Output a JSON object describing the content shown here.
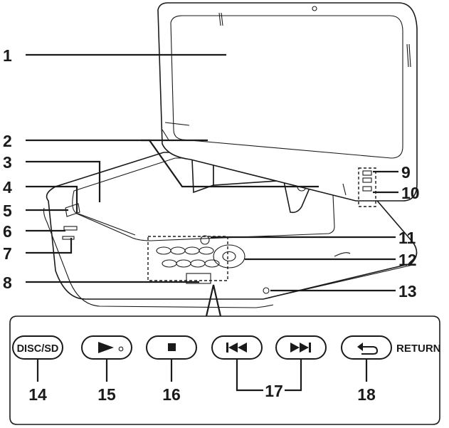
{
  "callouts": [
    "1",
    "2",
    "3",
    "4",
    "5",
    "6",
    "7",
    "8",
    "9",
    "10",
    "11",
    "12",
    "13",
    "14",
    "15",
    "16",
    "17",
    "18"
  ],
  "buttons": {
    "disc_sd": "DISC/SD",
    "return_label": "RETURN"
  },
  "icons": [
    "play-icon",
    "stop-icon",
    "skip-back-icon",
    "skip-forward-icon",
    "return-icon"
  ]
}
